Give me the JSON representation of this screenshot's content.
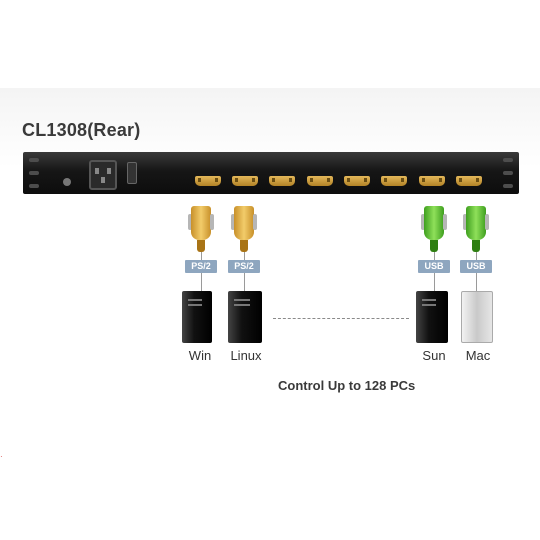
{
  "diagram": {
    "title": "CL1308(Rear)",
    "caption": "Control Up to 128 PCs",
    "ports_count": 8,
    "connections": [
      {
        "pc": "Win",
        "interface": "PS/2",
        "cable_color": "#f0c04a",
        "pc_color": "black"
      },
      {
        "pc": "Linux",
        "interface": "PS/2",
        "cable_color": "#f0c04a",
        "pc_color": "black"
      },
      {
        "pc": "Sun",
        "interface": "USB",
        "cable_color": "#6fcf3a",
        "pc_color": "black"
      },
      {
        "pc": "Mac",
        "interface": "USB",
        "cable_color": "#6fcf3a",
        "pc_color": "white"
      }
    ],
    "colors": {
      "chassis": "#151515",
      "port_gold": "#d7a84a",
      "badge": "#8ea6bf",
      "text": "#3a3a3a"
    }
  }
}
